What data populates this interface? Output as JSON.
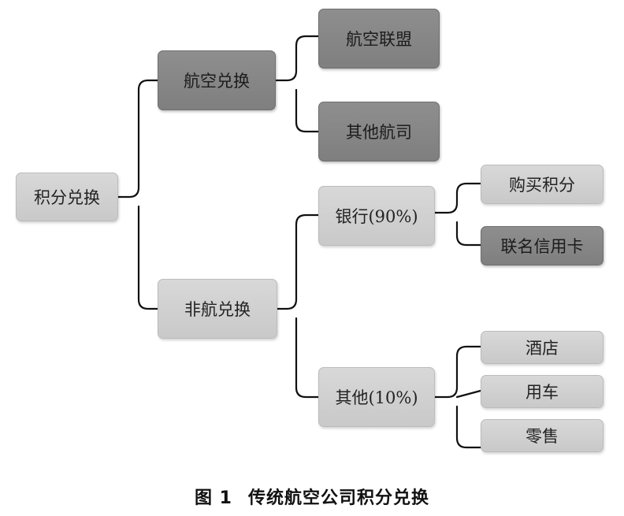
{
  "diagram": {
    "root": {
      "label": "积分兑换"
    },
    "airline": {
      "label": "航空兑换",
      "children": [
        {
          "label": "航空联盟"
        },
        {
          "label": "其他航司"
        }
      ]
    },
    "non_airline": {
      "label": "非航兑换",
      "bank": {
        "label": "银行(90%)",
        "children": [
          {
            "label": "购买积分"
          },
          {
            "label": "联名信用卡"
          }
        ]
      },
      "other": {
        "label": "其他(10%)",
        "children": [
          {
            "label": "酒店"
          },
          {
            "label": "用车"
          },
          {
            "label": "零售"
          }
        ]
      }
    }
  },
  "caption": {
    "figure": "图 1",
    "title": "传统航空公司积分兑换"
  }
}
